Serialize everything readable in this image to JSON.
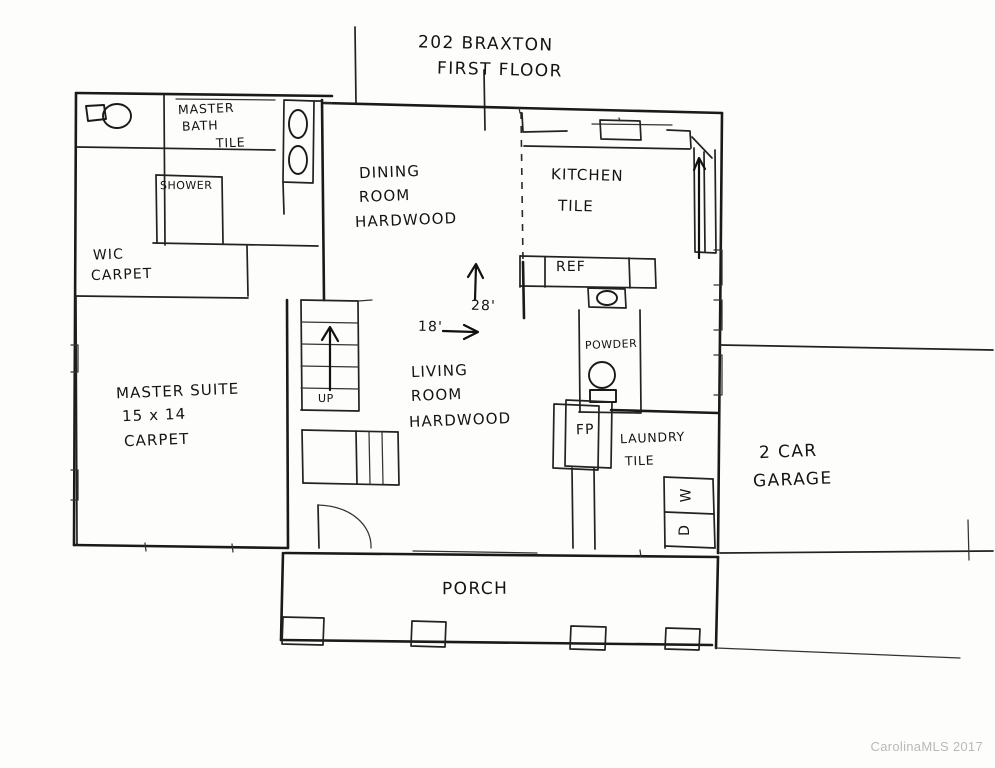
{
  "document": {
    "type": "hand-drawn architectural floor plan",
    "title_line1": "202 BRAXTON",
    "title_line2": "FIRST FLOOR"
  },
  "rooms": [
    {
      "id": "master-bath",
      "name": "MASTER",
      "name2": "BATH",
      "flooring": "TILE"
    },
    {
      "id": "shower",
      "name": "SHOWER"
    },
    {
      "id": "wic",
      "name": "WIC",
      "flooring": "CARPET"
    },
    {
      "id": "master-suite",
      "name": "MASTER SUITE",
      "dimensions": "15 x 14",
      "flooring": "CARPET"
    },
    {
      "id": "dining-room",
      "name": "DINING",
      "name2": "ROOM",
      "flooring": "HARDWOOD"
    },
    {
      "id": "living-room",
      "name": "LIVING",
      "name2": "ROOM",
      "flooring": "HARDWOOD"
    },
    {
      "id": "kitchen",
      "name": "KITCHEN",
      "flooring": "TILE"
    },
    {
      "id": "powder",
      "name": "POWDER"
    },
    {
      "id": "laundry",
      "name": "LAUNDRY",
      "flooring": "TILE"
    },
    {
      "id": "garage",
      "name": "2 CAR",
      "name2": "GARAGE"
    },
    {
      "id": "porch",
      "name": "PORCH"
    }
  ],
  "labels": {
    "master_bath_1": "MASTER",
    "master_bath_2": "BATH",
    "master_bath_3": "TILE",
    "shower": "SHOWER",
    "wic_1": "WIC",
    "wic_2": "CARPET",
    "master_suite_1": "MASTER SUITE",
    "master_suite_2": "15 x 14",
    "master_suite_3": "CARPET",
    "dining_1": "DINING",
    "dining_2": "ROOM",
    "dining_3": "HARDWOOD",
    "living_1": "LIVING",
    "living_2": "ROOM",
    "living_3": "HARDWOOD",
    "kitchen_1": "KITCHEN",
    "kitchen_2": "TILE",
    "refrigerator": "REF",
    "powder": "POWDER",
    "fireplace": "FP",
    "laundry_1": "LAUNDRY",
    "laundry_2": "TILE",
    "washer": "W",
    "dryer": "D",
    "garage_1": "2 CAR",
    "garage_2": "GARAGE",
    "porch": "PORCH",
    "stairs_up": "UP"
  },
  "dimensions": {
    "vertical": "28'",
    "horizontal": "18'",
    "master_suite": "15 x 14"
  },
  "annotations": {
    "vertical_arrow_direction": "up",
    "horizontal_arrow_direction": "right",
    "stair_arrow_direction": "up"
  },
  "watermark": "CarolinaMLS 2017",
  "colors": {
    "ink": "#1a1a1a",
    "paper": "#fdfdfc",
    "watermark": "#b9b9b9"
  }
}
